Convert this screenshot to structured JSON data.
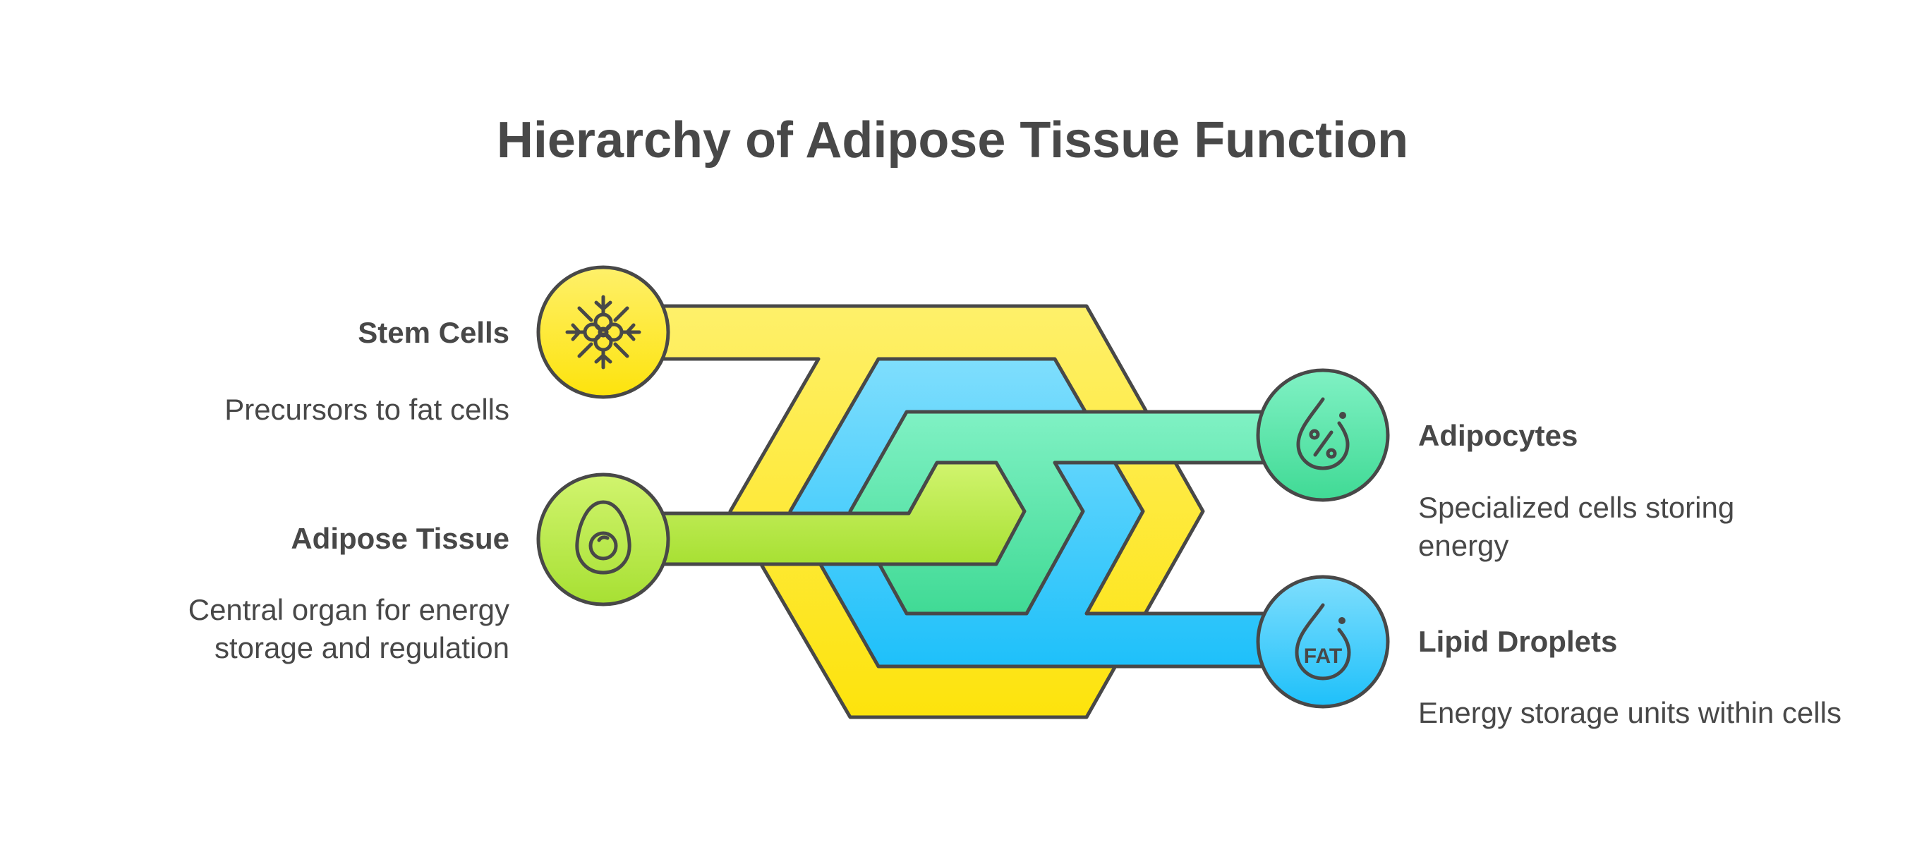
{
  "title": "Hierarchy of Adipose Tissue Function",
  "items": [
    {
      "label": "Stem Cells",
      "description": "Precursors to fat cells",
      "icon": "snowflake-cell-icon",
      "color": "#FDEA4C"
    },
    {
      "label": "Adipose Tissue",
      "description": "Central organ for energy storage and regulation",
      "icon": "avocado-icon",
      "color": "#B5E456"
    },
    {
      "label": "Adipocytes",
      "description": "Specialized cells storing energy",
      "icon": "percent-drop-icon",
      "color": "#66EDB7"
    },
    {
      "label": "Lipid Droplets",
      "description": "Energy storage units within cells",
      "icon": "fat-drop-icon",
      "fat_text": "FAT",
      "color": "#29C4F7"
    }
  ]
}
